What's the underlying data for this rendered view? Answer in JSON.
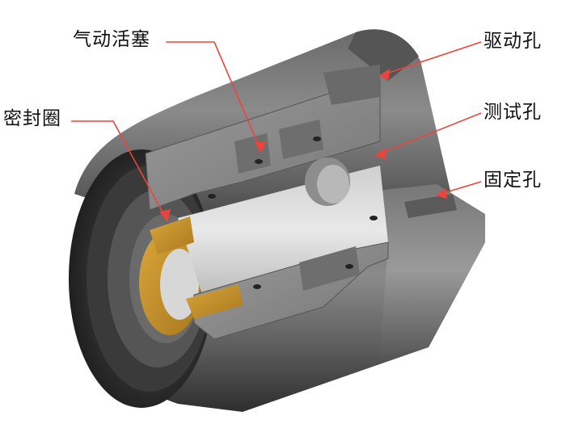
{
  "labels": {
    "piston": "气动活塞",
    "seal": "密封圈",
    "drive_hole": "驱动孔",
    "test_hole": "测试孔",
    "fixed_hole": "固定孔"
  },
  "colors": {
    "body_dark": "#3c3c3c",
    "body_mid": "#6e6e6e",
    "cut_face": "#8a8a8a",
    "cut_face_light": "#a8a8a8",
    "seal_gold": "#c9962e",
    "seal_gold_dark": "#8e6a1c",
    "leader_red": "#e8463c"
  }
}
